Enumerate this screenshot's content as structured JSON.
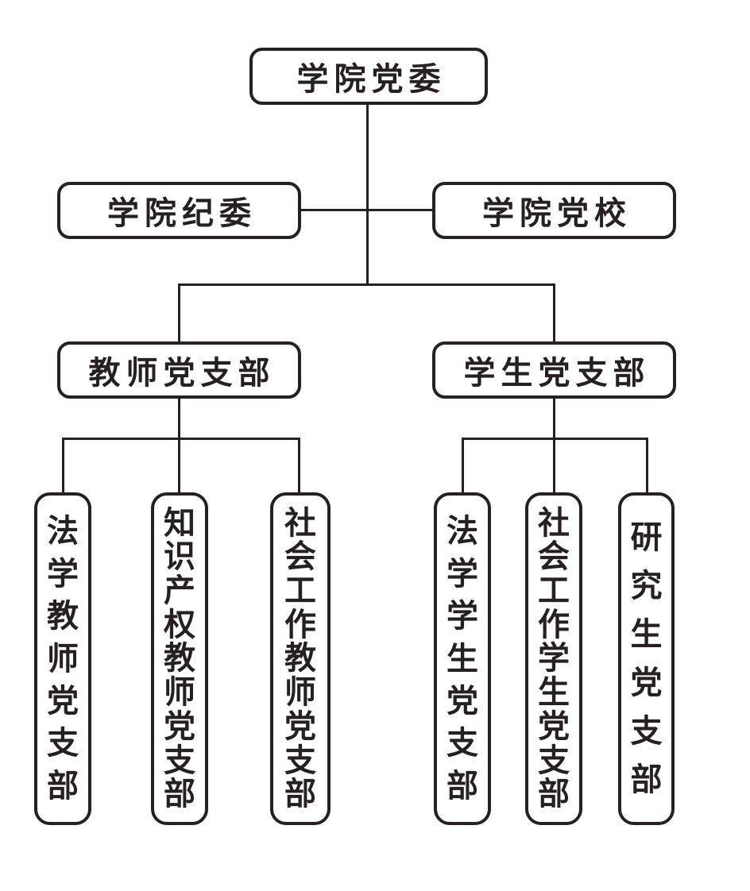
{
  "style": {
    "line_color": "#262120",
    "background": "#ffffff"
  },
  "org": {
    "root": {
      "label": "学院党委"
    },
    "secondary": [
      {
        "label": "学院纪委"
      },
      {
        "label": "学院党校"
      }
    ],
    "teacher_branch": {
      "label": "教师党支部"
    },
    "student_branch": {
      "label": "学生党支部"
    },
    "teacher_children": [
      {
        "label": "法学教师党支部"
      },
      {
        "label": "知识产权教师党支部"
      },
      {
        "label": "社会工作教师党支部"
      }
    ],
    "student_children": [
      {
        "label": "法学学生党支部"
      },
      {
        "label": "社会工作学生党支部"
      },
      {
        "label": "研究生党支部"
      }
    ]
  }
}
